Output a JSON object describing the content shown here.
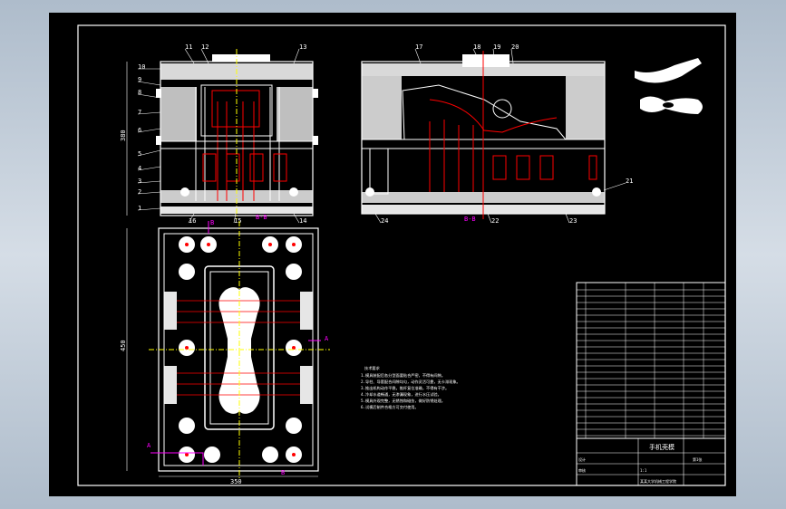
{
  "drawing": {
    "colors": {
      "background": "#000000",
      "line": "#ffffff",
      "hidden": "#ff0000",
      "section": "#ff00ff",
      "axis": "#ffff00"
    },
    "top_view": {
      "balloons": [
        "11",
        "12",
        "13",
        "10",
        "9",
        "8",
        "7",
        "6",
        "5",
        "4",
        "3",
        "2",
        "1",
        "16",
        "15",
        "14"
      ],
      "dim_height": "380",
      "section_label": "B-B"
    },
    "right_view": {
      "balloons": [
        "17",
        "18",
        "19",
        "20",
        "21",
        "22",
        "23",
        "24"
      ],
      "section_label": "B-B"
    },
    "plan_view": {
      "dim_height": "450",
      "dim_width": "350",
      "section_marks": [
        "A",
        "A",
        "B",
        "B"
      ]
    },
    "notes": {
      "title": "技术要求",
      "lines": [
        "1.模具装配后各分型面要贴合严密，不得有间隙。",
        "2.导柱、导套配合间隙均匀，动作灵活可靠，无卡滞现象。",
        "3.推出机构动作平稳，推杆复位准确，不得有干涉。",
        "4.冷却水道畅通，无渗漏现象，进行水压试验。",
        "5.模具外观完整，无锈蚀和碰伤，做好防锈处理。",
        "6.试模后制件合格方可交付使用。"
      ]
    },
    "title_block": {
      "drawing_title": "手机壳模",
      "school": "某某大学机械工程学院",
      "scale": "1:1",
      "sheet": "第1张",
      "drawn": "设计",
      "checked": "审核"
    }
  }
}
